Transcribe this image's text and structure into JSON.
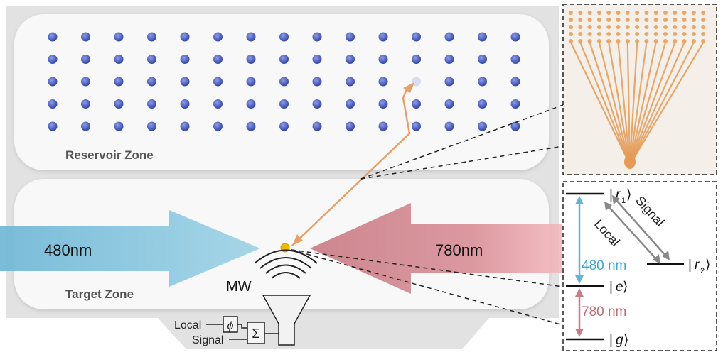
{
  "zones": {
    "reservoir_label": "Reservoir Zone",
    "target_label": "Target Zone"
  },
  "lasers": {
    "blue_label": "480nm",
    "red_label": "780nm"
  },
  "microwave": {
    "label": "MW",
    "local_label": "Local",
    "signal_label": "Signal",
    "phase_symbol": "ϕ",
    "sum_symbol": "Σ"
  },
  "atom_array": {
    "rows": 5,
    "columns": 15,
    "vacancy": {
      "row": 3,
      "column": 12
    }
  },
  "level_diagram": {
    "r1": "r",
    "r1_sub": "1",
    "r2": "r",
    "r2_sub": "2",
    "e": "e",
    "g": "g",
    "blue_transition": "480 nm",
    "red_transition": "780 nm",
    "local": "Local",
    "signal": "Signal"
  },
  "colors": {
    "atom": "#4a5db8",
    "laser_blue": "#7fc2dc",
    "laser_red": "#d88a93",
    "move_path": "#e8a06a",
    "target_atom": "#f0b800",
    "panel_bg": "#e4e4e4",
    "zone_bg": "#f7f7f7",
    "tweezer": "#e59a55"
  }
}
